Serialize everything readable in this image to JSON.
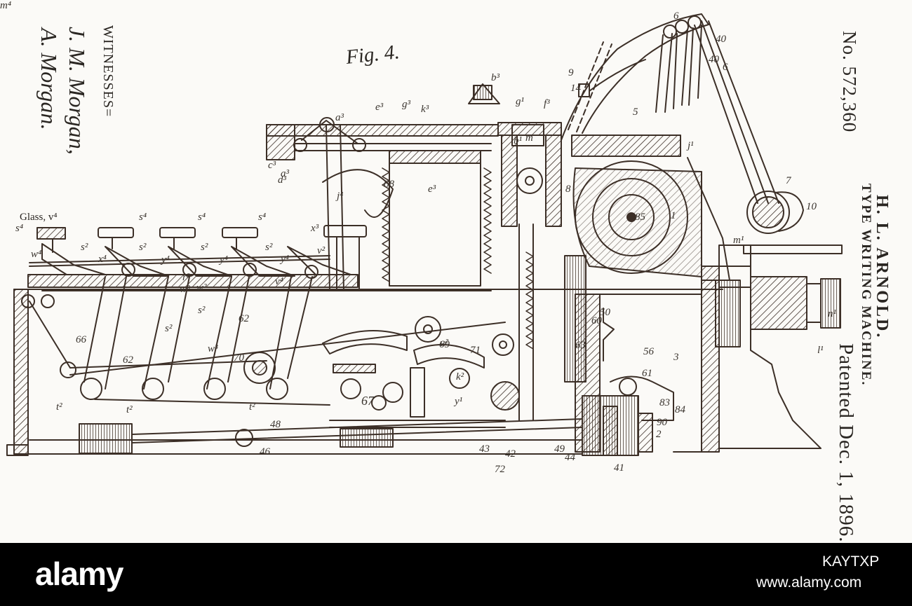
{
  "patent": {
    "number": "No. 572,360",
    "inventor": "H. L. ARNOLD.",
    "title": "TYPE WRITING MACHINE.",
    "date": "Patented Dec. 1, 1896."
  },
  "witnesses": {
    "heading": "WITNESSES=",
    "signatures": [
      "J. M. Morgan,",
      "A. Morgan."
    ]
  },
  "figure": {
    "label": "Fig. 4.",
    "glass_label": "Glass, v⁴",
    "reference_labels": [
      "s⁴",
      "s⁴",
      "s⁴",
      "s⁴",
      "w⁴",
      "s²",
      "s²",
      "s²",
      "s²",
      "y⁴",
      "y⁴",
      "y⁴",
      "x³",
      "x⁴",
      "v²",
      "v⁴",
      "t²",
      "t²",
      "t²",
      "r²",
      "66",
      "62",
      "62",
      "w³",
      "s²",
      "s²",
      "w³",
      "w²",
      "70",
      "68",
      "e³",
      "j⁴",
      "c³",
      "a³",
      "a³",
      "d³",
      "e³",
      "k³",
      "g³",
      "g¹",
      "f³",
      "b³",
      "m",
      "b¹",
      "8",
      "85",
      "1",
      "10",
      "7",
      "6",
      "6",
      "40",
      "40",
      "9",
      "14",
      "5",
      "j¹",
      "m¹",
      "n¹",
      "l¹",
      "3",
      "56",
      "50",
      "60",
      "63",
      "61",
      "83",
      "84",
      "90",
      "2",
      "41",
      "44",
      "42",
      "43",
      "46",
      "48",
      "49",
      "69",
      "71",
      "72",
      "67",
      "k²",
      "u²",
      "y¹",
      "m⁴"
    ],
    "primary_color": "#3c2f27",
    "paper_color": "#fbfaf7",
    "frame_color": "#000000",
    "icons": [
      "typewriter-mechanism-drawing"
    ]
  },
  "watermark": {
    "brand": "alamy",
    "image_id": "KAYTXP",
    "site": "www.alamy.com"
  }
}
